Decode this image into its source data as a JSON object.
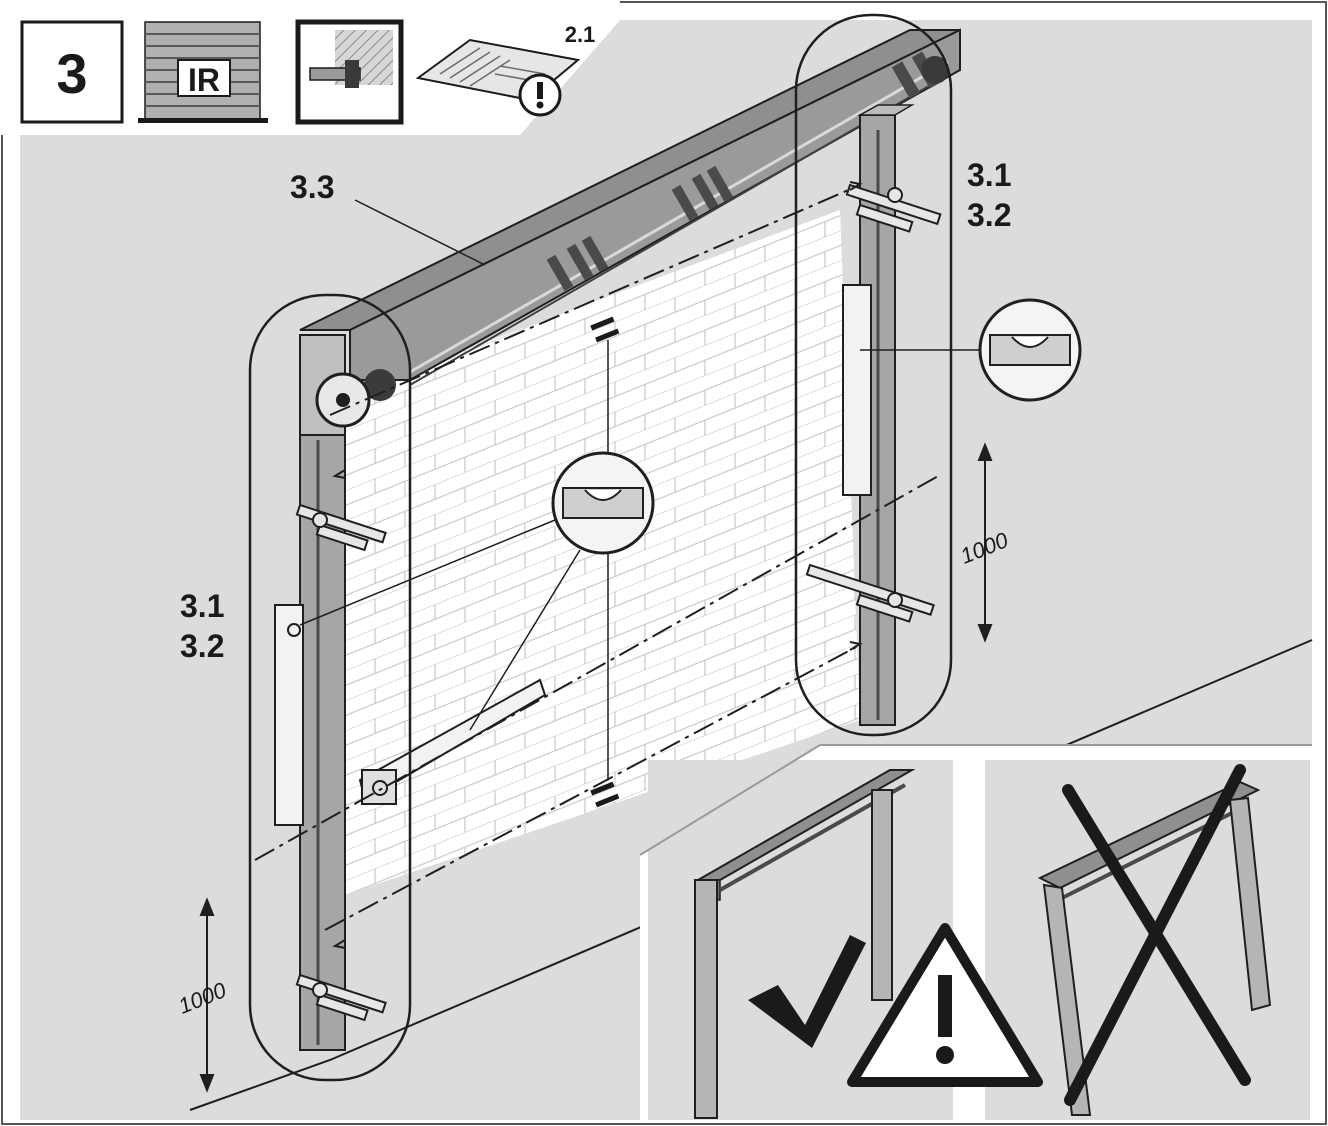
{
  "step": {
    "number": "3"
  },
  "header": {
    "door_badge_text": "IR",
    "manual_ref": "2.1"
  },
  "callouts": {
    "top_box": "3.3",
    "right_post_line1": "3.1",
    "right_post_line2": "3.2",
    "left_post_line1": "3.1",
    "left_post_line2": "3.2"
  },
  "dimensions": {
    "left_height": "1000",
    "right_height": "1000",
    "equal_sign": "="
  },
  "colors": {
    "background_panel": "#dcdcdc",
    "line": "#1f1f1f",
    "metal": "#9a9a9a",
    "dark_metal": "#4a4a4a"
  },
  "icons": {
    "door": "roller-door-icon",
    "mount": "wall-mount-icon",
    "manual": "manual-warning-icon",
    "correct": "check-mark-icon",
    "warning": "warning-triangle-icon",
    "wrong": "cross-icon"
  }
}
